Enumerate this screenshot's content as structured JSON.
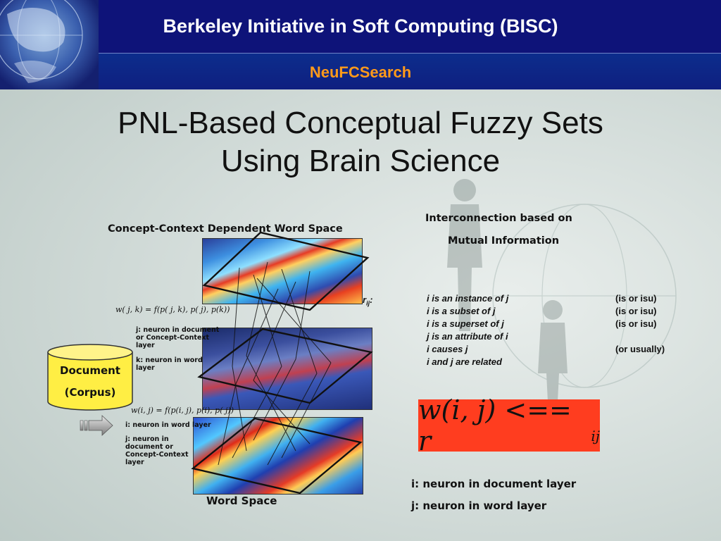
{
  "header": {
    "title": "Berkeley Initiative in Soft Computing  (BISC)",
    "subtitle": "NeuFCSearch"
  },
  "slide": {
    "title_line1": "PNL-Based Conceptual Fuzzy Sets",
    "title_line2": "Using Brain Science",
    "concept_space_label": "Concept-Context Dependent Word Space",
    "interconnection_line1": "Interconnection based on",
    "interconnection_line2": "Mutual Information",
    "word_space_label": "Word Space",
    "document_label": "Document",
    "corpus_label": "(Corpus)",
    "formula_upper": "w( j, k) = f(p( j, k), p( j), p(k))",
    "formula_lower": "w(i, j) = f(p(i, j), p(i), p( j))",
    "upper_note_j": "j: neuron in document or Concept-Context layer",
    "upper_note_k": "k: neuron in word layer",
    "lower_note_i": "i: neuron in word layer",
    "lower_note_j": "j: neuron in document or Concept-Context layer",
    "rij_label": "r",
    "rij_sub": "ij",
    "rij_colon": ":",
    "relations": [
      {
        "text": "i is an instance of j",
        "qual": "(is or isu)"
      },
      {
        "text": "i is a subset of j",
        "qual": "(is or isu)"
      },
      {
        "text": "i is a superset of j",
        "qual": "(is or isu)"
      },
      {
        "text": "j is an attribute of i",
        "qual": ""
      },
      {
        "text": "i causes j",
        "qual": "(or usually)"
      },
      {
        "text": "i and j are related",
        "qual": ""
      }
    ],
    "big_formula": "w(i, j) <== r",
    "big_formula_sub": "ij",
    "legend_i": "i: neuron in document layer",
    "legend_j": "j: neuron in word layer"
  },
  "colors": {
    "header_bg": "#0e167a",
    "subtitle": "#ff9a1a",
    "formula_box": "#ff3d1f",
    "document_fill": "#ffee44"
  }
}
